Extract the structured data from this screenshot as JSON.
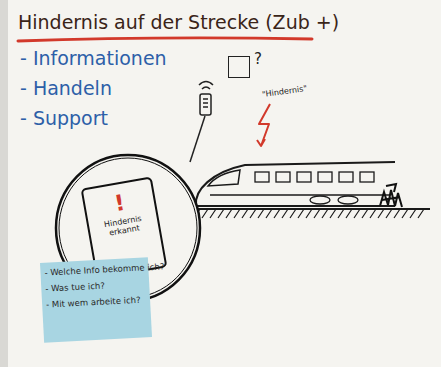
{
  "diagram": {
    "title": "Hindernis auf der Strecke (Zub +)",
    "nodes": [
      {
        "text": [
          "?"
        ]
      },
      {
        "text": [
          "!",
          "Hindernis erkannt"
        ]
      },
      {
        "text": [
          "- Welche Info bekomme ich?",
          "- Was tue ich?",
          "- Mit wem arbeite ich?"
        ]
      }
    ],
    "labels": [
      "- Informationen",
      "- Handeln",
      "- Support",
      "\"Hindernis\""
    ]
  }
}
